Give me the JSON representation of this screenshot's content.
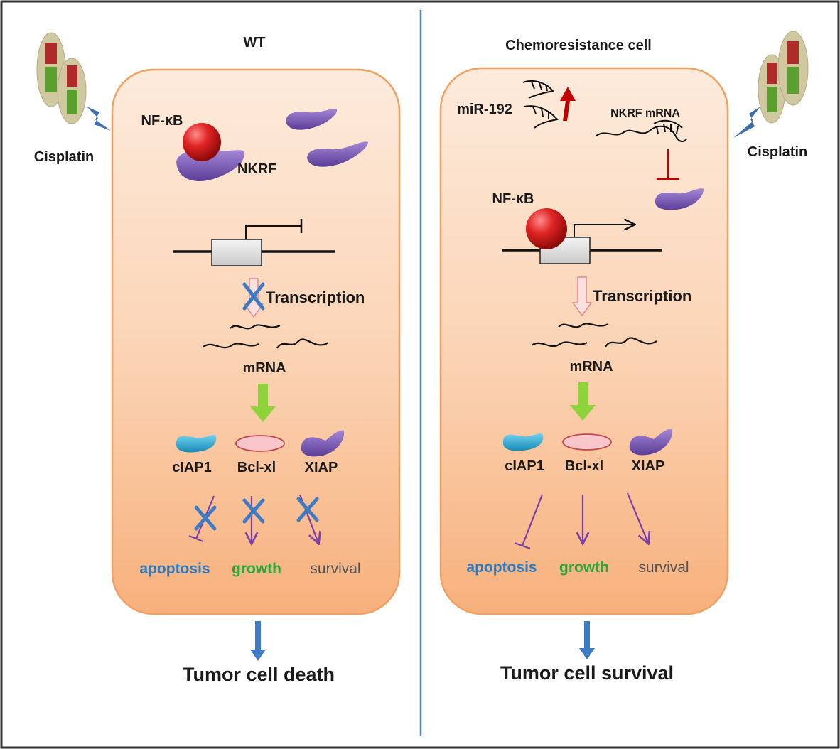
{
  "wt_panel": {
    "title": "WT",
    "drug_label": "Cisplatin",
    "nfkb_label": "NF-κB",
    "nkrf_label": "NKRF",
    "transcription_label": "Transcription",
    "mrna_label": "mRNA",
    "proteins": [
      "cIAP1",
      "Bcl-xl",
      "XIAP"
    ],
    "outcomes": [
      {
        "label": "apoptosis",
        "color": "#2a7bbf"
      },
      {
        "label": "growth",
        "color": "#27a83a"
      },
      {
        "label": "survival",
        "color": "#555555"
      }
    ],
    "result_label": "Tumor cell death"
  },
  "chemo_panel": {
    "title": "Chemoresistance cell",
    "drug_label": "Cisplatin",
    "mirna_label": "miR-192",
    "nkrf_mrna_label": "NKRF mRNA",
    "nfkb_label": "NF-κB",
    "transcription_label": "Transcription",
    "mrna_label": "mRNA",
    "proteins": [
      "cIAP1",
      "Bcl-xl",
      "XIAP"
    ],
    "outcomes": [
      {
        "label": "apoptosis",
        "color": "#2a7bbf"
      },
      {
        "label": "growth",
        "color": "#27a83a"
      },
      {
        "label": "survival",
        "color": "#555555"
      }
    ],
    "result_label": "Tumor cell survival"
  },
  "colors": {
    "cell_fill_top": "#fde8d6",
    "cell_fill_bottom": "#f9b98a",
    "cell_border": "#f0a060",
    "nfkb_red": "#d42020",
    "nkrf_purple": "#7e5bb5",
    "ciap1_cyan": "#2fa9d0",
    "bclxl_pink": "#f7b9bf",
    "arrow_green": "#8fd33a",
    "arrow_blue": "#3d7cc4",
    "purple_arrow": "#7a3fa8",
    "up_arrow_red": "#c00000",
    "divider": "#4f86c6"
  }
}
